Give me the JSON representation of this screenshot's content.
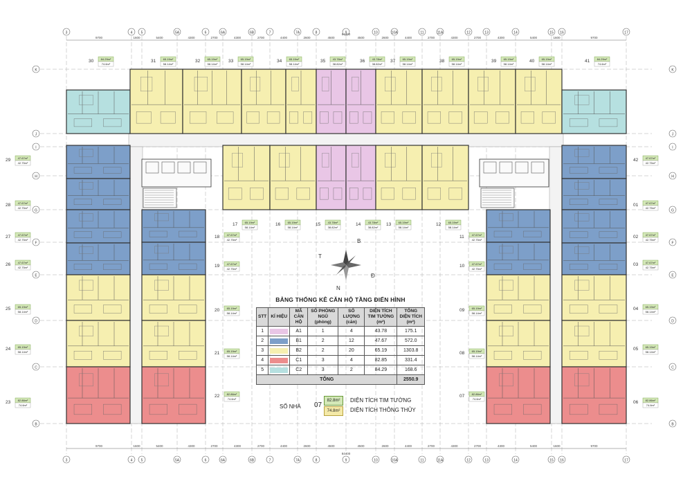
{
  "colors": {
    "A1": "#e9c6e6",
    "B1": "#7d9fc9",
    "B2": "#f6efb0",
    "C1": "#ec8d8d",
    "C2": "#b6e0e0",
    "grid": "#888888",
    "area_box": "#d4e8b8"
  },
  "grid_top": [
    "3",
    "4",
    "5",
    "5A",
    "6",
    "6A",
    "6B",
    "7",
    "7A",
    "8",
    "9",
    "10",
    "10A",
    "11",
    "11A",
    "12",
    "13",
    "14",
    "15",
    "16",
    "17"
  ],
  "grid_side": [
    "K",
    "J",
    "I",
    "H",
    "G",
    "F",
    "E",
    "D",
    "C",
    "B"
  ],
  "dims_top": [
    "9700",
    "1600",
    "5400",
    "4300",
    "2700",
    "4300",
    "2700",
    "4400",
    "2600",
    "4500",
    "4500",
    "2600",
    "4400",
    "2700",
    "4300",
    "2700",
    "4300",
    "5400",
    "1600",
    "9700"
  ],
  "dim_total": "84400",
  "units": [
    {
      "no": "30",
      "a": "84.29m²",
      "b": "74.6m²",
      "type": "C2"
    },
    {
      "no": "31",
      "a": "65.19m²",
      "b": "58.14m²",
      "type": "B2"
    },
    {
      "no": "32",
      "a": "65.19m²",
      "b": "58.14m²",
      "type": "B2"
    },
    {
      "no": "33",
      "a": "65.19m²",
      "b": "58.14m²",
      "type": "B2"
    },
    {
      "no": "34",
      "a": "65.19m²",
      "b": "58.14m²",
      "type": "B2"
    },
    {
      "no": "35",
      "a": "43.78m²",
      "b": "38.82m²",
      "type": "A1"
    },
    {
      "no": "36",
      "a": "43.78m²",
      "b": "38.82m²",
      "type": "A1"
    },
    {
      "no": "37",
      "a": "65.19m²",
      "b": "58.14m²",
      "type": "B2"
    },
    {
      "no": "38",
      "a": "65.19m²",
      "b": "58.14m²",
      "type": "B2"
    },
    {
      "no": "39",
      "a": "65.19m²",
      "b": "58.14m²",
      "type": "B2"
    },
    {
      "no": "40",
      "a": "65.19m²",
      "b": "58.14m²",
      "type": "B2"
    },
    {
      "no": "41",
      "a": "84.29m²",
      "b": "74.6m²",
      "type": "C2"
    },
    {
      "no": "29",
      "a": "47.67m²",
      "b": "42.75m²",
      "type": "B1"
    },
    {
      "no": "28",
      "a": "47.67m²",
      "b": "42.75m²",
      "type": "B1"
    },
    {
      "no": "27",
      "a": "47.67m²",
      "b": "42.75m²",
      "type": "B1"
    },
    {
      "no": "26",
      "a": "47.67m²",
      "b": "42.75m²",
      "type": "B1"
    },
    {
      "no": "25",
      "a": "65.19m²",
      "b": "58.14m²",
      "type": "B2"
    },
    {
      "no": "24",
      "a": "65.19m²",
      "b": "58.14m²",
      "type": "B2"
    },
    {
      "no": "23",
      "a": "82.86m²",
      "b": "74.6m²",
      "type": "C1"
    },
    {
      "no": "42",
      "a": "47.67m²",
      "b": "42.75m²",
      "type": "B1"
    },
    {
      "no": "01",
      "a": "47.67m²",
      "b": "42.75m²",
      "type": "B1"
    },
    {
      "no": "02",
      "a": "47.67m²",
      "b": "42.75m²",
      "type": "B1"
    },
    {
      "no": "03",
      "a": "47.67m²",
      "b": "42.75m²",
      "type": "B1"
    },
    {
      "no": "04",
      "a": "65.19m²",
      "b": "58.14m²",
      "type": "B2"
    },
    {
      "no": "05",
      "a": "65.19m²",
      "b": "58.14m²",
      "type": "B2"
    },
    {
      "no": "06",
      "a": "82.86m²",
      "b": "74.6m²",
      "type": "C1"
    },
    {
      "no": "17",
      "a": "65.19m²",
      "b": "58.14m²",
      "type": "B2"
    },
    {
      "no": "16",
      "a": "65.19m²",
      "b": "58.14m²",
      "type": "B2"
    },
    {
      "no": "15",
      "a": "43.78m²",
      "b": "38.82m²",
      "type": "A1"
    },
    {
      "no": "14",
      "a": "43.78m²",
      "b": "38.82m²",
      "type": "A1"
    },
    {
      "no": "13",
      "a": "65.19m²",
      "b": "58.14m²",
      "type": "B2"
    },
    {
      "no": "12",
      "a": "65.19m²",
      "b": "58.14m²",
      "type": "B2"
    },
    {
      "no": "18",
      "a": "47.67m²",
      "b": "42.75m²",
      "type": "B1"
    },
    {
      "no": "19",
      "a": "47.67m²",
      "b": "42.75m²",
      "type": "B1"
    },
    {
      "no": "20",
      "a": "65.19m²",
      "b": "58.14m²",
      "type": "B2"
    },
    {
      "no": "21",
      "a": "65.19m²",
      "b": "58.14m²",
      "type": "B2"
    },
    {
      "no": "22",
      "a": "82.86m²",
      "b": "74.6m²",
      "type": "C1"
    },
    {
      "no": "11",
      "a": "47.67m²",
      "b": "42.75m²",
      "type": "B1"
    },
    {
      "no": "10",
      "a": "47.67m²",
      "b": "42.75m²",
      "type": "B1"
    },
    {
      "no": "09",
      "a": "65.19m²",
      "b": "58.14m²",
      "type": "B2"
    },
    {
      "no": "08",
      "a": "65.19m²",
      "b": "58.14m²",
      "type": "B2"
    },
    {
      "no": "07",
      "a": "82.86m²",
      "b": "74.6m²",
      "type": "C1"
    }
  ],
  "compass": {
    "n": "B",
    "s": "N",
    "e": "Đ",
    "w": "T"
  },
  "table": {
    "title": "BẢNG THỐNG KÊ CĂN HỘ TẦNG ĐIỂN HÌNH",
    "headers": [
      "STT",
      "KÍ HIỆU",
      "MÃ CĂN HỘ",
      "SỐ PHÒNG NGỦ (phòng)",
      "SỐ LƯỢNG (căn)",
      "DIỆN TÍCH TIM TƯỜNG (m²)",
      "TỔNG DIỆN TÍCH (m²)"
    ],
    "rows": [
      {
        "stt": "1",
        "code": "A1",
        "rooms": "1",
        "qty": "4",
        "area": "43.78",
        "total": "175.1",
        "color": "#e9c6e6"
      },
      {
        "stt": "2",
        "code": "B1",
        "rooms": "2",
        "qty": "12",
        "area": "47.67",
        "total": "572.0",
        "color": "#7d9fc9"
      },
      {
        "stt": "3",
        "code": "B2",
        "rooms": "2",
        "qty": "20",
        "area": "65.19",
        "total": "1303.8",
        "color": "#f6efb0"
      },
      {
        "stt": "4",
        "code": "C1",
        "rooms": "3",
        "qty": "4",
        "area": "82.85",
        "total": "331.4",
        "color": "#ec8d8d"
      },
      {
        "stt": "5",
        "code": "C2",
        "rooms": "3",
        "qty": "2",
        "area": "84.29",
        "total": "168.6",
        "color": "#b6e0e0"
      }
    ],
    "total_label": "TỔNG",
    "total_value": "2550.9"
  },
  "legend": {
    "label": "SỐ NHÀ",
    "number": "07",
    "box1": "82.8m²",
    "box2": "74.8m²",
    "text1": "DIỆN TÍCH TIM TƯỜNG",
    "text2": "DIỆN TÍCH THÔNG THỦY"
  }
}
